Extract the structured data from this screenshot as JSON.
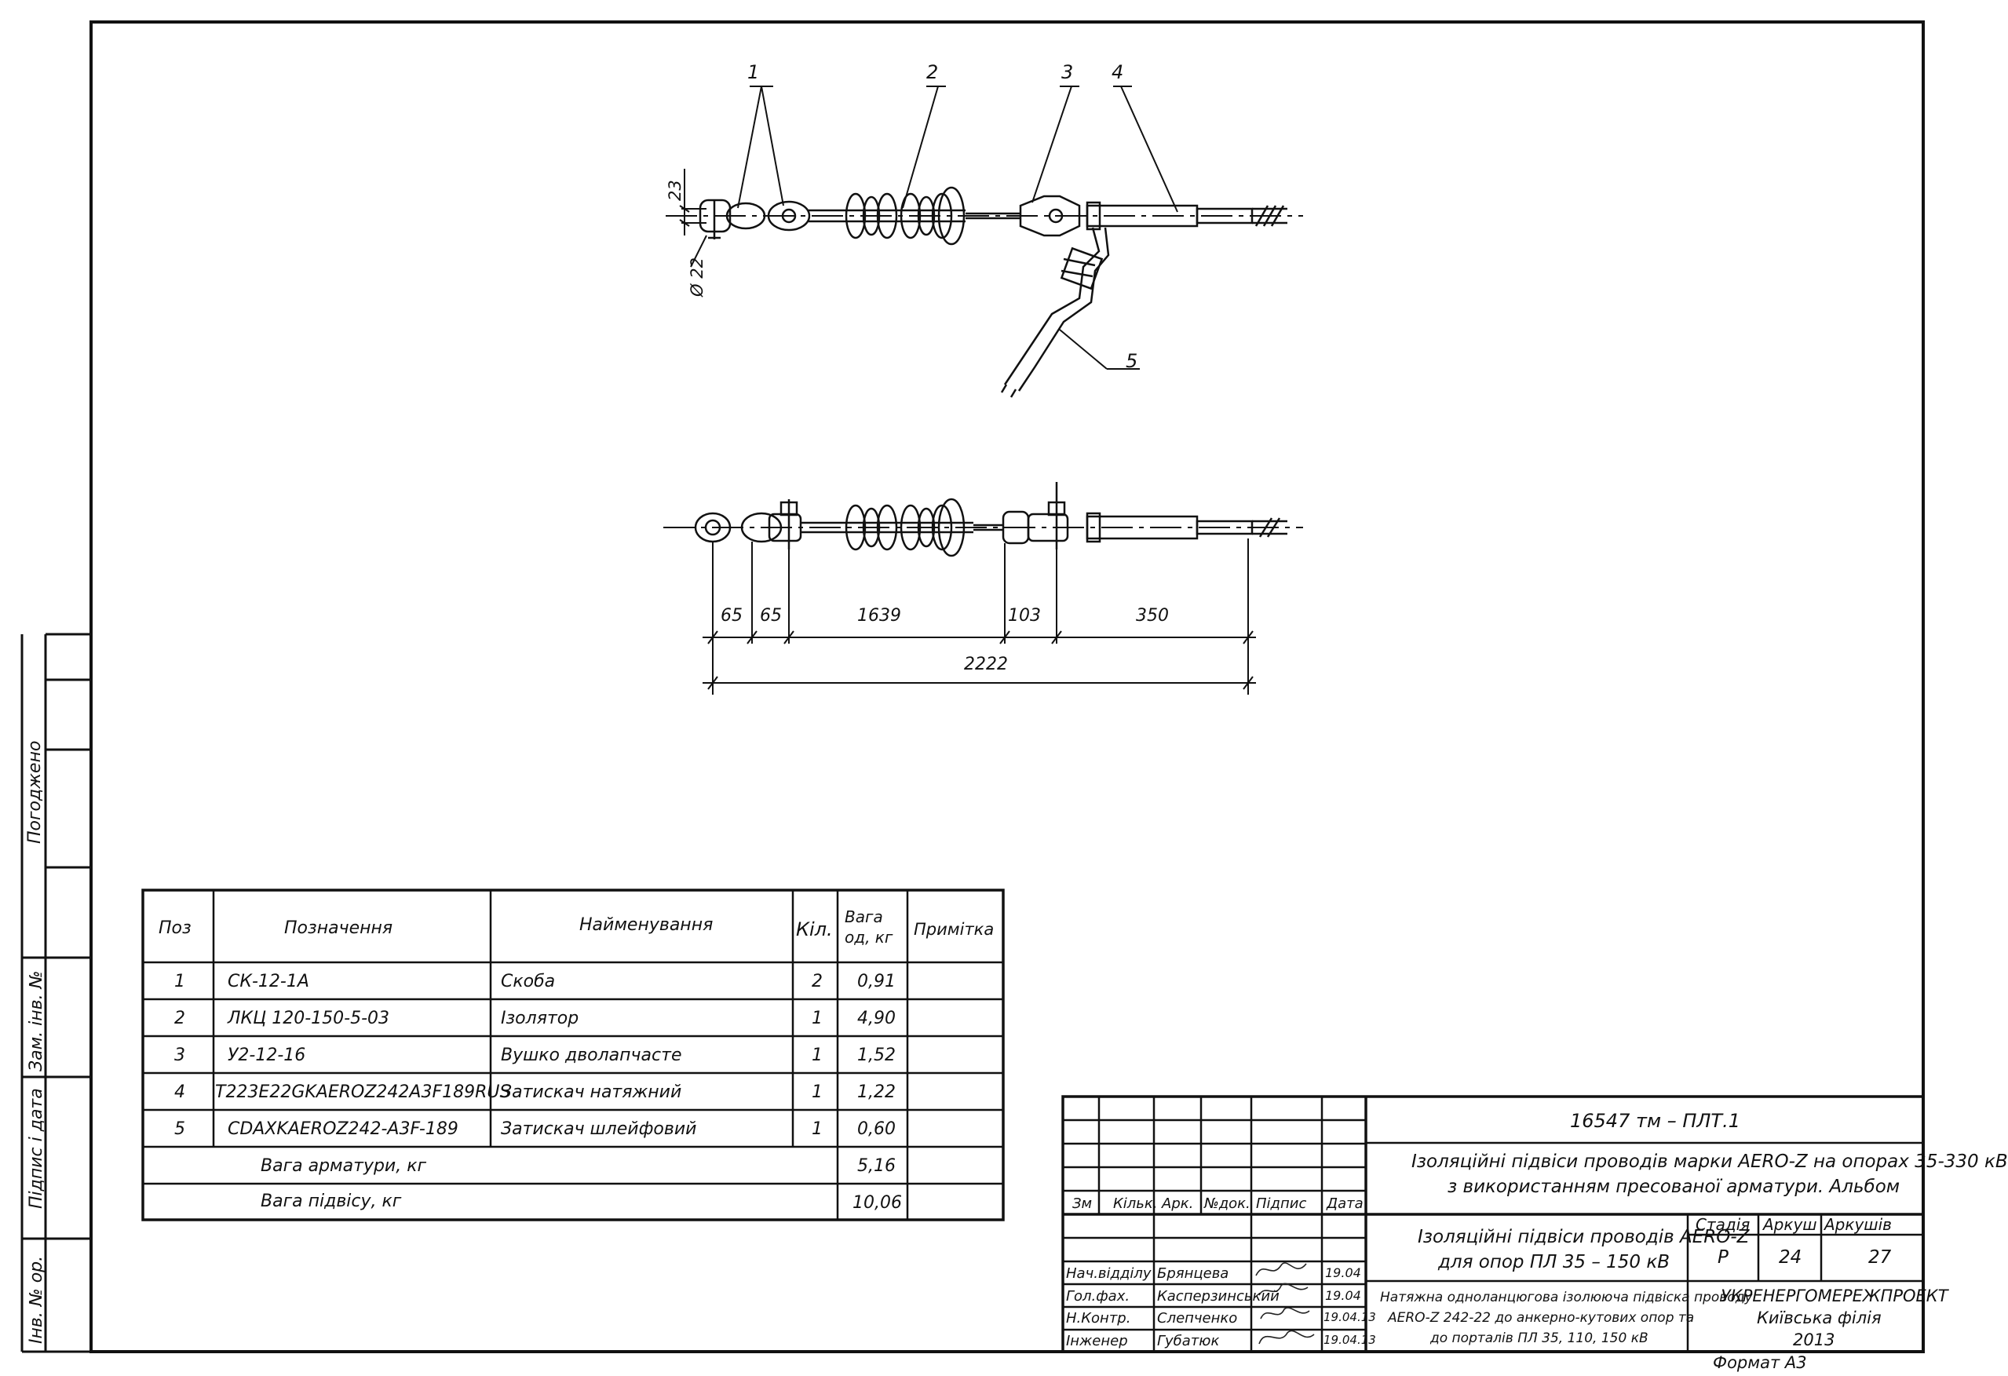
{
  "side_stamp": {
    "pogodzheno": "Погоджено",
    "zam_inv": "Зам. інв. №",
    "pidpys_data": "Підпис і дата",
    "inv_orig": "Інв. № ор."
  },
  "drawing": {
    "callouts": [
      "1",
      "2",
      "3",
      "4",
      "5"
    ],
    "dims_top": {
      "d23": "23",
      "d22": "Ø 22"
    },
    "dims_bottom": [
      "65",
      "65",
      "1639",
      "103",
      "350"
    ],
    "dim_total": "2222"
  },
  "spec_table": {
    "headers": {
      "pos": "Поз",
      "designation": "Позначення",
      "name": "Найменування",
      "qty": "Кіл.",
      "weight_1": "Вага",
      "weight_2": "од, кг",
      "note": "Примітка"
    },
    "rows": [
      {
        "pos": "1",
        "designation": "СК-12-1А",
        "name": "Скоба",
        "qty": "2",
        "weight": "0,91"
      },
      {
        "pos": "2",
        "designation": "ЛКЦ 120-150-5-03",
        "name": "Ізолятор",
        "qty": "1",
        "weight": "4,90"
      },
      {
        "pos": "3",
        "designation": "У2-12-16",
        "name": "Вушко дволапчасте",
        "qty": "1",
        "weight": "1,52"
      },
      {
        "pos": "4",
        "designation": "T223E22GKAEROZ242A3F189RUS",
        "name": "Затискач натяжний",
        "qty": "1",
        "weight": "1,22"
      },
      {
        "pos": "5",
        "designation": "CDAXKAEROZ242-A3F-189",
        "name": "Затискач шлейфовий",
        "qty": "1",
        "weight": "0,60"
      }
    ],
    "totals": [
      {
        "label": "Вага арматури,  кг",
        "value": "5,16"
      },
      {
        "label": "Вага підвісу,  кг",
        "value": "10,06"
      }
    ]
  },
  "title_block": {
    "doc_code": "16547 тм – ПЛТ.1",
    "album_title_1": "Ізоляційні підвіси проводів марки AERO-Z на опорах 35-330 кВ",
    "album_title_2": "з використанням пресованої арматури. Альбом",
    "change_headers": [
      "Зм",
      "Кільк.",
      "Арк.",
      "№док.",
      "Підпис",
      "Дата"
    ],
    "section_title_1": "Ізоляційні підвіси проводів AERO-Z",
    "section_title_2": "для опор ПЛ 35 – 150 кВ",
    "stage_label": "Стадія",
    "sheet_label": "Аркуш",
    "sheets_label": "Аркушів",
    "stage": "Р",
    "sheet": "24",
    "sheets": "27",
    "signatures": [
      {
        "role": "Нач.відділу",
        "name": "Брянцева",
        "date": "19.04"
      },
      {
        "role": "Гол.фах.",
        "name": "Касперзинський",
        "date": "19.04"
      },
      {
        "role": "Н.Контр.",
        "name": "Слепченко",
        "date": "19.04.13"
      },
      {
        "role": "Інженер",
        "name": "Губатюк",
        "date": "19.04.13"
      }
    ],
    "sheet_title_1": "Натяжна одноланцюгова ізолююча підвіска проводу",
    "sheet_title_2": "AERO-Z 242-22 до анкерно-кутових опор та",
    "sheet_title_3": "до порталів ПЛ 35, 110, 150 кВ",
    "org_1": "УКРЕНЕРГОМЕРЕЖПРОЕКТ",
    "org_2": "Київська філія",
    "org_3": "2013",
    "format": "Формат А3"
  }
}
